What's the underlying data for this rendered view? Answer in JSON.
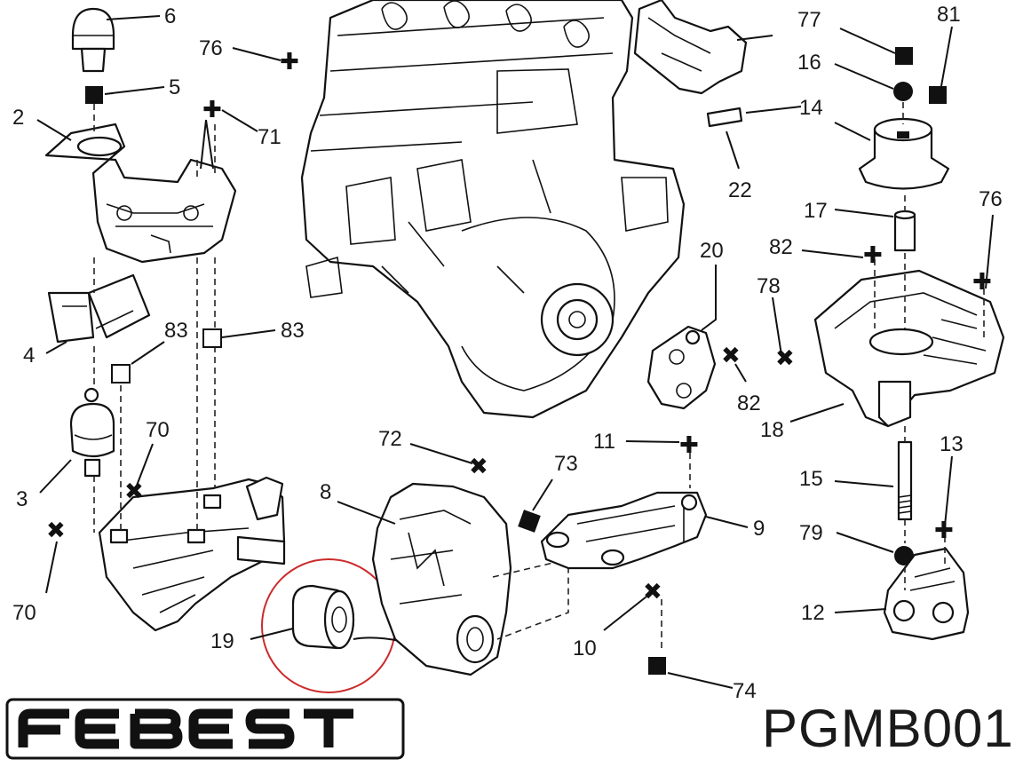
{
  "brand": {
    "name": "FEBEST"
  },
  "part_number": "PGMB001",
  "highlight_color": "#cc2b2b",
  "callouts": [
    {
      "id": "c6",
      "text": "6"
    },
    {
      "id": "c76a",
      "text": "76"
    },
    {
      "id": "c5",
      "text": "5"
    },
    {
      "id": "c2",
      "text": "2"
    },
    {
      "id": "c71",
      "text": "71"
    },
    {
      "id": "c4",
      "text": "4"
    },
    {
      "id": "c83a",
      "text": "83"
    },
    {
      "id": "c83b",
      "text": "83"
    },
    {
      "id": "c3",
      "text": "3"
    },
    {
      "id": "c70a",
      "text": "70"
    },
    {
      "id": "c70b",
      "text": "70"
    },
    {
      "id": "c19",
      "text": "19"
    },
    {
      "id": "c72",
      "text": "72"
    },
    {
      "id": "c8",
      "text": "8"
    },
    {
      "id": "c73",
      "text": "73"
    },
    {
      "id": "c11",
      "text": "11"
    },
    {
      "id": "c9",
      "text": "9"
    },
    {
      "id": "c10",
      "text": "10"
    },
    {
      "id": "c74",
      "text": "74"
    },
    {
      "id": "c20",
      "text": "20"
    },
    {
      "id": "c82a",
      "text": "82"
    },
    {
      "id": "c77",
      "text": "77"
    },
    {
      "id": "c81",
      "text": "81"
    },
    {
      "id": "c16",
      "text": "16"
    },
    {
      "id": "c14",
      "text": "14"
    },
    {
      "id": "c22",
      "text": "22"
    },
    {
      "id": "c17",
      "text": "17"
    },
    {
      "id": "c76b",
      "text": "76"
    },
    {
      "id": "c82b",
      "text": "82"
    },
    {
      "id": "c78",
      "text": "78"
    },
    {
      "id": "c18",
      "text": "18"
    },
    {
      "id": "c15",
      "text": "15"
    },
    {
      "id": "c13",
      "text": "13"
    },
    {
      "id": "c79",
      "text": "79"
    },
    {
      "id": "c12",
      "text": "12"
    }
  ]
}
